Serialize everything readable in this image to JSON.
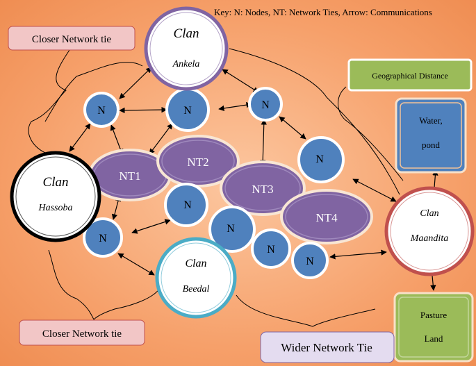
{
  "key": "Key: N: Nodes, NT: Network Ties, Arrow: Communications",
  "node_label": "N",
  "clans": {
    "ankela": {
      "word": "Clan",
      "name": "Ankela"
    },
    "hassoba": {
      "word": "Clan",
      "name": "Hassoba"
    },
    "beedal": {
      "word": "Clan",
      "name": "Beedal"
    },
    "maandita": {
      "word": "Clan",
      "name": "Maandita"
    }
  },
  "ties": {
    "nt1": "NT1",
    "nt2": "NT2",
    "nt3": "NT3",
    "nt4": "NT4"
  },
  "labels": {
    "closer_top": "Closer Network tie",
    "closer_bottom": "Closer Network tie",
    "wider": "Wider Network Tie",
    "geo": "Geographical Distance"
  },
  "resources": {
    "water_line1": "Water,",
    "water_line2": "pond",
    "pasture_line1": "Pasture",
    "pasture_line2": "Land"
  },
  "colors": {
    "background": "#f6a06a",
    "node_fill": "#4f81bd",
    "tie_fill": "#8064a2",
    "ankela_ring": "#8064a2",
    "hassoba_ring": "#000000",
    "beedal_ring": "#4bacc6",
    "maandita_ring": "#c0504d",
    "geo_fill": "#9bbb59",
    "closer_fill": "#f2c6c6",
    "wider_fill": "#e4dcf0"
  }
}
